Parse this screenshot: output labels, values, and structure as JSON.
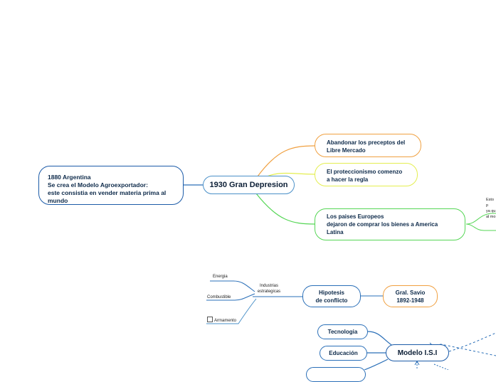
{
  "map": {
    "central": "1930 Gran Depresion",
    "root_note": "1880 Argentina\nSe crea el Modelo Agroexportador:\neste consistia en vender materia prima al\nmundo",
    "topics": [
      {
        "text": "Abandonar los preceptos del\nLibre Mercado",
        "color": "#f0a040"
      },
      {
        "text": "El proteccionismo comenzo\na hacer la regla",
        "color": "#e4ee50"
      },
      {
        "text": "Los paises Europeos\ndejaron de comprar los bienes a America\nLatina",
        "color": "#55d655"
      }
    ],
    "side_note": "Esto p\nya qu\nal mo"
  },
  "lower": {
    "hipotesis": "Hipotesis\nde conflicto",
    "savio": "Gral. Savio\n1892-1948",
    "industrias": "Industrias\nestrategicas",
    "energia": "Energia",
    "combustible": "Combustible",
    "armamento": "Armamento",
    "tecnologia": "Tecnologia",
    "educacion": "Educación",
    "isi": "Modelo I.S.I"
  },
  "colors": {
    "blue_line": "#2a6fb8",
    "light_blue": "#4a90c8",
    "orange": "#f0a040",
    "yellow": "#e4ee50",
    "green": "#55d655"
  }
}
